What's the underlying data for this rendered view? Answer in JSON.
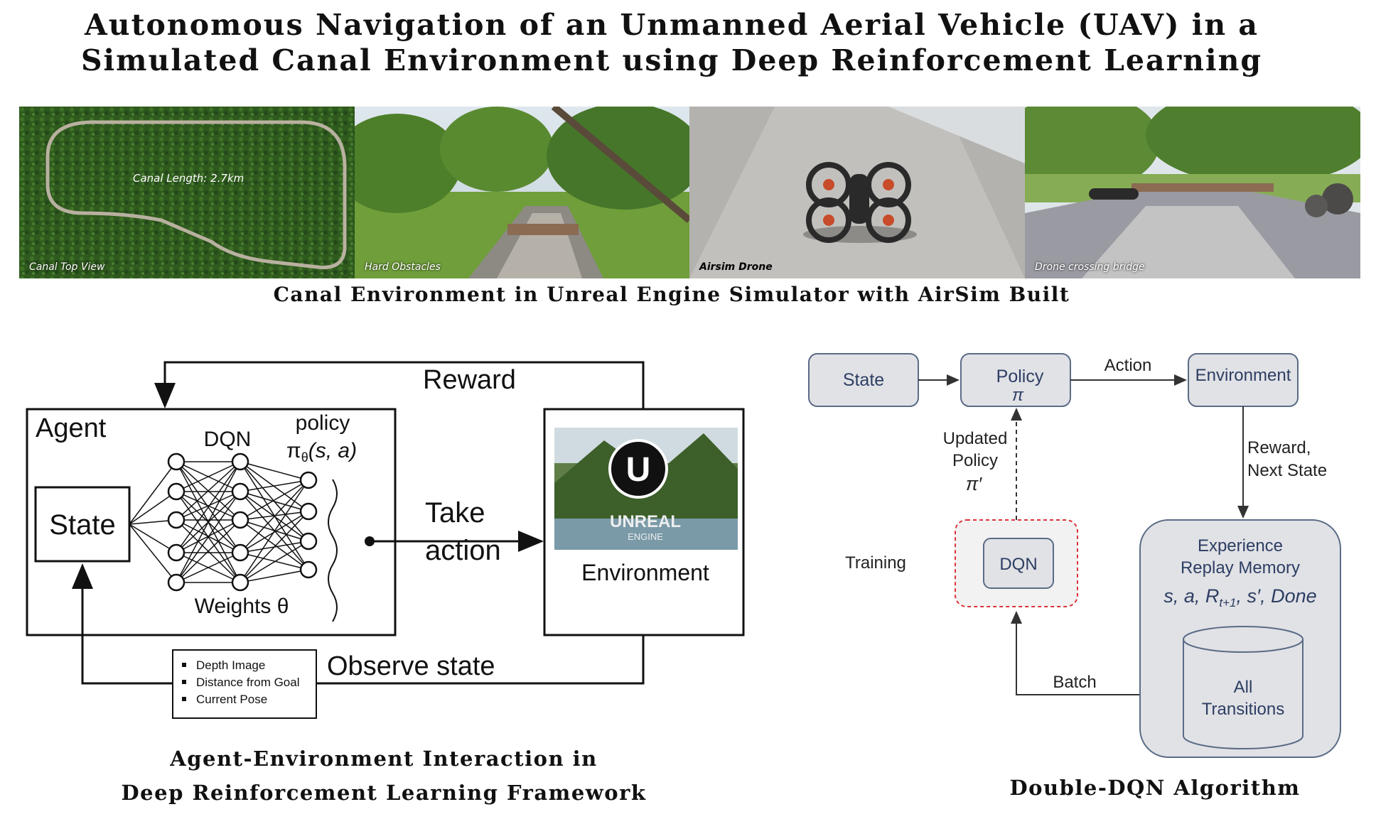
{
  "title": {
    "line1": "Autonomous Navigation of an Unmanned Aerial Vehicle (UAV) in a",
    "line2": "Simulated Canal Environment using Deep Reinforcement Learning"
  },
  "photos": [
    {
      "caption": "Canal Top View",
      "overlay": "Canal Length: 2.7km"
    },
    {
      "caption": "Hard Obstacles"
    },
    {
      "caption": "Airsim Drone"
    },
    {
      "caption": "Drone crossing bridge"
    }
  ],
  "photos_caption": "Canal Environment in Unreal Engine Simulator with AirSim Built",
  "left_diagram": {
    "reward": "Reward",
    "agent": "Agent",
    "dqn": "DQN",
    "policy_word": "policy",
    "policy_formula": "π",
    "policy_sub": "θ",
    "policy_args": "(s, a)",
    "state": "State",
    "weights": "Weights θ",
    "take": "Take",
    "action": "action",
    "environment": "Environment",
    "unreal_logo": "UNREAL",
    "unreal_sub": "ENGINE",
    "observe": "Observe state",
    "observations": [
      "Depth Image",
      "Distance from Goal",
      "Current Pose"
    ],
    "caption_line1": "Agent-Environment Interaction in",
    "caption_line2": "Deep Reinforcement Learning Framework"
  },
  "right_diagram": {
    "state": "State",
    "policy": "Policy",
    "pi": "π",
    "action": "Action",
    "environment": "Environment",
    "updated1": "Updated",
    "updated2": "Policy",
    "pi_prime": "π′",
    "reward1": "Reward,",
    "reward2": "Next State",
    "training": "Training",
    "dqn": "DQN",
    "exp1": "Experience",
    "exp2": "Replay Memory",
    "tuple": "s, a, R",
    "tuple_sub": "t+1",
    "tuple_rest": ", s′, Done",
    "all1": "All",
    "all2": "Transitions",
    "batch": "Batch",
    "caption": "Double-DQN Algorithm"
  },
  "colors": {
    "box_fill": "#e1e2e6",
    "box_stroke": "#5a6b86",
    "text_blue": "#2d3e63",
    "dashed_red": "#d9343a"
  }
}
